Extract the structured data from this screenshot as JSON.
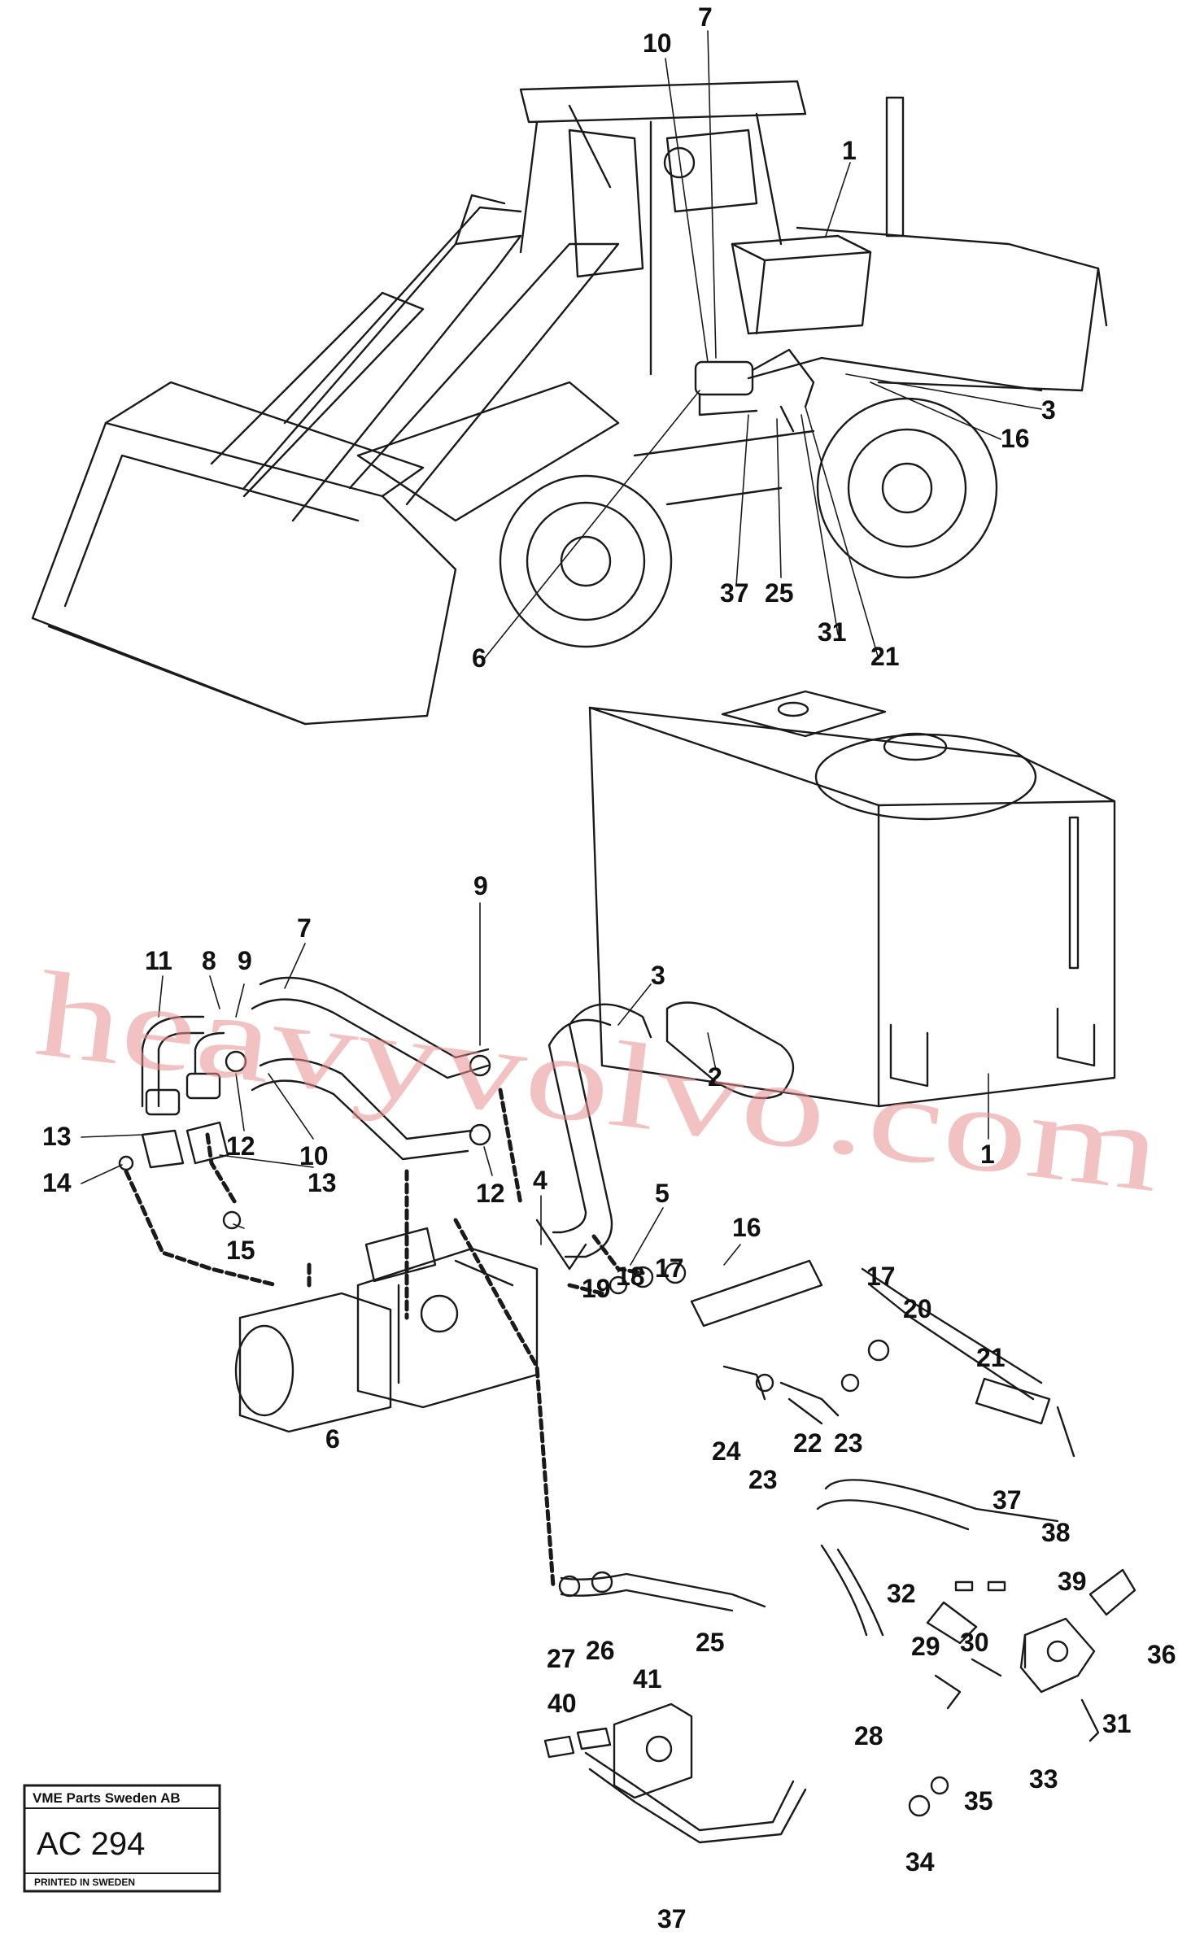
{
  "watermark": "heavyvolvo.com",
  "stamp": {
    "company": "VME Parts Sweden AB",
    "code": "AC 294",
    "printed": "PRINTED IN SWEDEN"
  },
  "callouts": [
    "10",
    "7",
    "1",
    "3",
    "16",
    "6",
    "37",
    "25",
    "31",
    "21",
    "11",
    "8",
    "9",
    "7",
    "9",
    "2",
    "3",
    "1",
    "13",
    "14",
    "12",
    "10",
    "13",
    "12",
    "15",
    "4",
    "5",
    "16",
    "17",
    "18",
    "19",
    "17",
    "20",
    "21",
    "6",
    "24",
    "23",
    "22",
    "23",
    "37",
    "38",
    "32",
    "39",
    "36",
    "29",
    "30",
    "31",
    "27",
    "26",
    "25",
    "41",
    "40",
    "28",
    "33",
    "35",
    "34",
    "37"
  ]
}
